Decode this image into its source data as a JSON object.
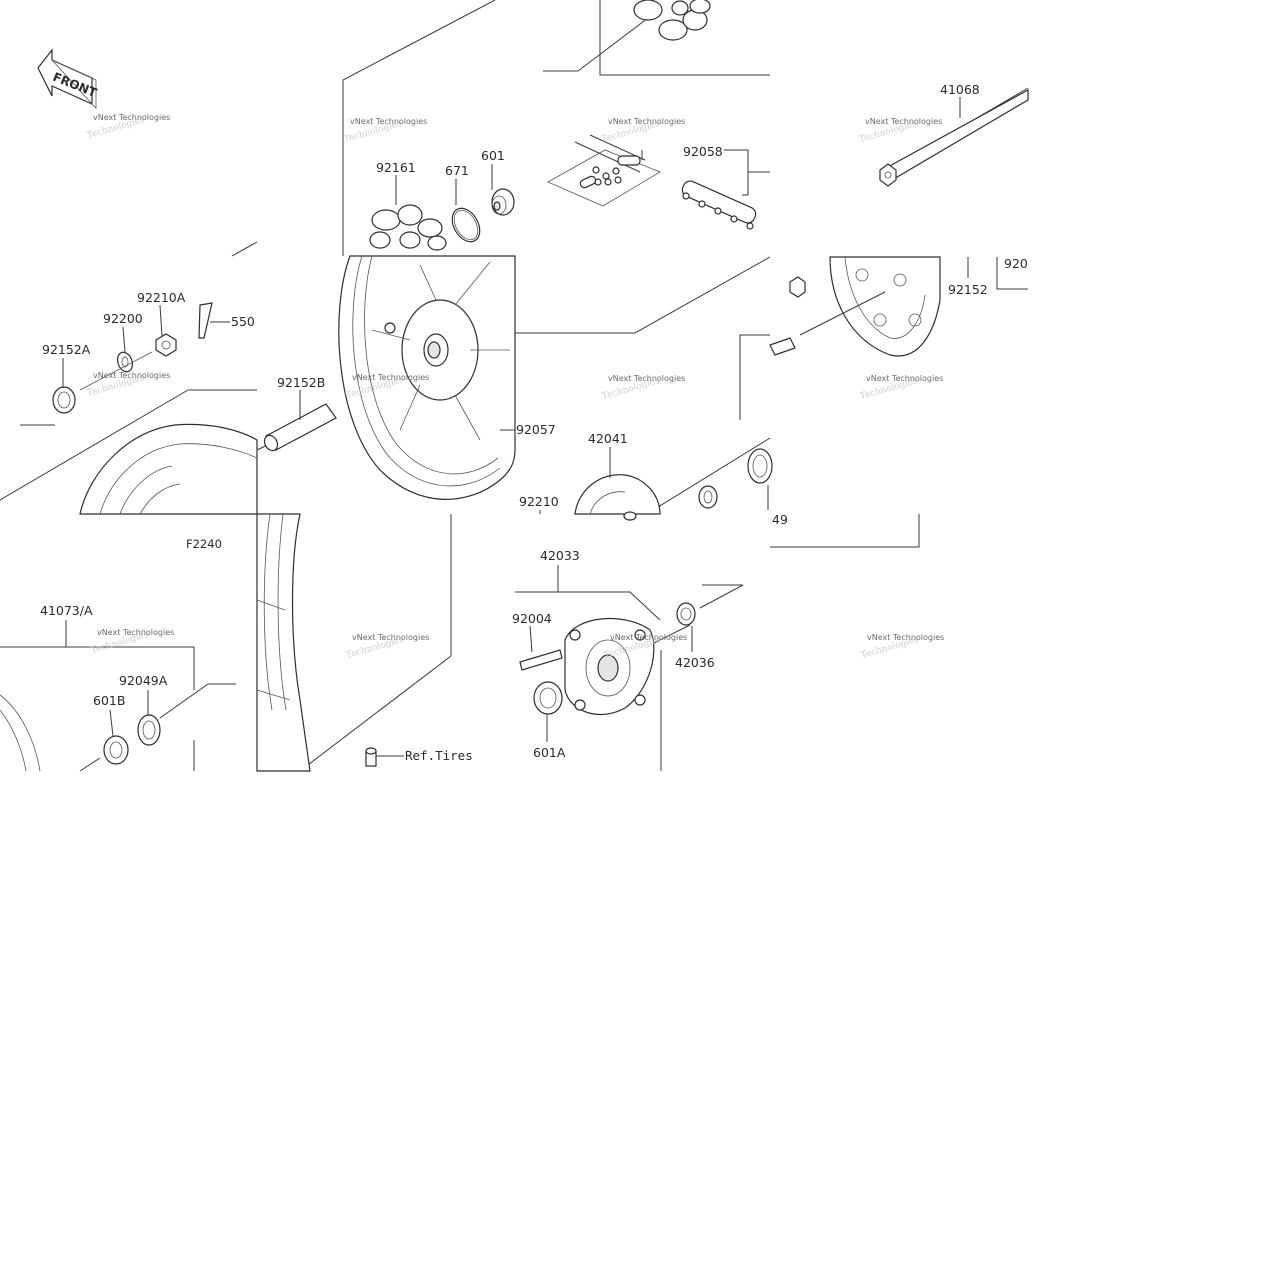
{
  "labels": {
    "front": "FRONT",
    "figure_code": "F2240",
    "p41068": "41068",
    "p92058": "92058",
    "p92161": "92161",
    "p671": "671",
    "p601": "601",
    "p92210A": "92210A",
    "p550": "550",
    "p92200": "92200",
    "p92152A": "92152A",
    "p92152B": "92152B",
    "p92057": "92057",
    "p42041": "42041",
    "p92210": "92210",
    "p49": "49",
    "p92152": "92152",
    "p920_partial": "920",
    "p42033": "42033",
    "p92004": "92004",
    "p42036": "42036",
    "p601A": "601A",
    "p41073A": "41073/A",
    "p92049A": "92049A",
    "p601B": "601B",
    "ref_tires": "Ref.Tires"
  },
  "watermark": {
    "line1": "vNext Technologies",
    "line2": "Technologies"
  },
  "colors": {
    "line": "#3a3a3a",
    "background": "#ffffff",
    "watermark": "#cfcfcf"
  }
}
